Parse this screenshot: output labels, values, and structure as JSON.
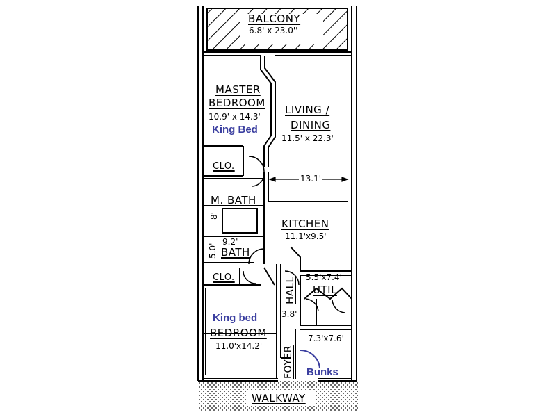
{
  "colors": {
    "line": "#000000",
    "note": "#3b3fa0",
    "background": "#ffffff"
  },
  "rooms": {
    "balcony": {
      "name": "BALCONY",
      "dims": "6.8' x 23.0''"
    },
    "master_bedroom": {
      "name_line1": "MASTER",
      "name_line2": "BEDROOM",
      "dims": "10.9' x 14.3'",
      "note": "King Bed"
    },
    "living_dining": {
      "name_line1": "LIVING /",
      "name_line2": "DINING",
      "dims": "11.5' x 22.3'"
    },
    "closet_upper": {
      "name": "CLO."
    },
    "width_dim": "13.1'",
    "master_bath": {
      "name": "M. BATH",
      "dim": "8'"
    },
    "kitchen": {
      "name": "KITCHEN",
      "dims": "11.1'x9.5'"
    },
    "bath": {
      "name": "BATH",
      "width_dim": "9.2'",
      "height_dim": "5.0'"
    },
    "closet_lower": {
      "name": "CLO."
    },
    "hall": {
      "name": "HALL",
      "dim": "3.8'"
    },
    "utility": {
      "name": "UTIL",
      "dims": "5.5'x7.4'"
    },
    "bedroom": {
      "name": "BEDROOM",
      "dims": "11.0'x14.2'",
      "note": "King bed"
    },
    "small_room": {
      "dims": "7.3'x7.6'",
      "note": "Bunks"
    },
    "foyer": {
      "name": "FOYER"
    },
    "walkway": {
      "name": "WALKWAY"
    }
  }
}
